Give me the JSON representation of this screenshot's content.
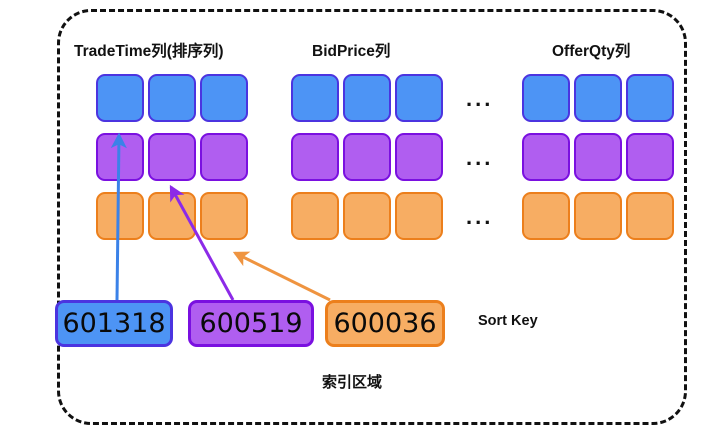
{
  "diagram": {
    "frame_label": "索引区域",
    "sort_key_label": "Sort Key",
    "columns": [
      {
        "name": "tradetime",
        "label": "TradeTime列(排序列)"
      },
      {
        "name": "bidprice",
        "label": "BidPrice列"
      },
      {
        "name": "offerqty",
        "label": "OfferQty列"
      }
    ],
    "ellipsis": {
      "glyph": "...",
      "count": 3
    },
    "rows": [
      {
        "name": "row-blue",
        "color": "#4d94f5",
        "border": "#4b34e0",
        "cells": 3
      },
      {
        "name": "row-purple",
        "color": "#b05ef0",
        "border": "#7a10e0",
        "cells": 3
      },
      {
        "name": "row-orange",
        "color": "#f7ad63",
        "border": "#ec7f1c",
        "cells": 3
      }
    ],
    "sort_keys": [
      {
        "value": "601318",
        "color": "#4d94f5",
        "border": "#4b34e0",
        "arrow": "#3b82e8"
      },
      {
        "value": "600519",
        "color": "#b05ef0",
        "border": "#7a10e0",
        "arrow": "#8c2ae8"
      },
      {
        "value": "600036",
        "color": "#f7ad63",
        "border": "#ec7f1c",
        "arrow": "#ef9440"
      }
    ],
    "colors": {
      "frame": "#111111",
      "background": "#ffffff",
      "text": "#111111"
    }
  }
}
